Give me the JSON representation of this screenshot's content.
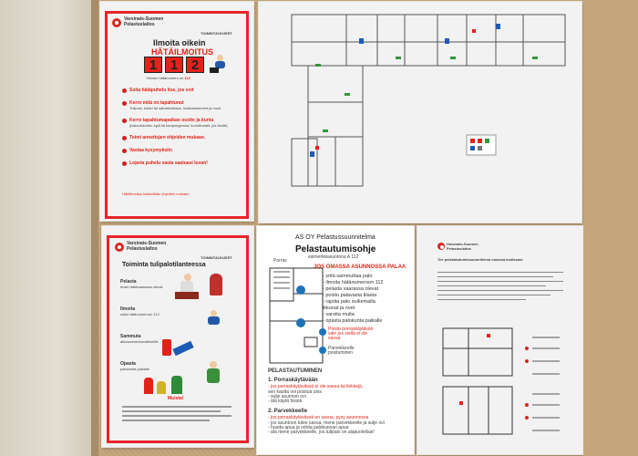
{
  "poster1": {
    "brand_top": "Varsinais-Suomen",
    "brand_bottom": "Pelastuslaitos",
    "corner_label": "TOIMINTAOHJEET",
    "title_line1": "Ilmoita oikein",
    "title_line2": "HÄTÄILMOITUS",
    "emergency_number": "112",
    "number_caption_prefix": "Yleinen hätänumero on",
    "number_caption_value": "112",
    "steps": [
      "Soita hätäpuhelu itse, jos voit",
      "Kerro mitä on tapahtunut",
      "Kerro tapahtumapaikan osoite ja kunta",
      "Toimi annettujen ohjeiden mukaan.",
      "Vastaa kysymyksiin",
      "Lopeta puhelu vasta saatuasi luvan!"
    ],
    "step2_detail": "Tulipalo, kolari tai sairaskohtaus, loukkaantuneet ja muut",
    "step3_detail": "(kaksoiskunta, kylä tai kaupunginosa, koordinaatit, jos tiedät)",
    "footer": "Hätäilmoitus käsitellään ohjeiden mukaan"
  },
  "poster2": {
    "brand_top": "Varsinais-Suomen",
    "brand_bottom": "Pelastuslaitos",
    "corner_label": "TOIMINTAOHJEET",
    "title": "Toiminta tulipalotilanteessa",
    "actions": [
      {
        "label": "Pelasta",
        "detail": "ensin hätävaarassa olevat"
      },
      {
        "label": "Ilmoita",
        "detail": "soita hätänumeroon 112"
      },
      {
        "label": "Sammuta",
        "detail": "alkusammutusvälineillä"
      },
      {
        "label": "Opasta",
        "detail": "palokunta paikalle"
      }
    ],
    "note_title": "Muista!"
  },
  "poster3": {
    "company": "AS OY Pelastussuunnitelma",
    "title": "Pelastautumisohje",
    "subtitle": "esimerkkiasuntona A 112",
    "porras_label": "Porras",
    "red_heading": "JOS OMASSA ASUNNOSSA PALAA",
    "steps": [
      "- yritä sammuttaa palo",
      "- ilmoita hätänumeroon 112",
      "- pelasta vaarassa olevat",
      "- poistu palavasta tilasta",
      "- rajoita palo sulkemalla",
      "  ikkunat ja ovet",
      "- varoita muita",
      "- opasta palokunta paikalle"
    ],
    "legend1_red": "Poistu porraskäytävän",
    "legend1_red2": "vain jos siellä ei ole",
    "legend1_red3": "savua",
    "legend2": "Parvekkeelle",
    "legend2b": "poistuminen",
    "evac_title": "PELASTAUTUMINEN",
    "section1_title": "1. Porraskäytävään",
    "section1_red": "- jos porraskäytävässä ei ole savua tai liekkejä,",
    "section1_lines": [
      "  sen kautta voi poistua ulos",
      "- sulje asunnon ovi",
      "- älä käytä hissiä"
    ],
    "section2_title": "2. Parvekkeelle",
    "section2_red": "- jos porraskäytävässä on savua, pysy asunnossa",
    "section2_lines": [
      "- jos asuntoon tulee savua, mene parvekkeelle ja sulje ovi",
      "- huuda apua ja odota palokunnan apua",
      "- älä mene parvekkeelle, jos tulipalo on alapuolellasi!"
    ]
  },
  "poster4": {
    "brand_top": "Varsinais-Suomen",
    "brand_bottom": "Pelastuslaitos",
    "title": "Tee pelastautumissuunnitelma omassa kodissasi"
  }
}
